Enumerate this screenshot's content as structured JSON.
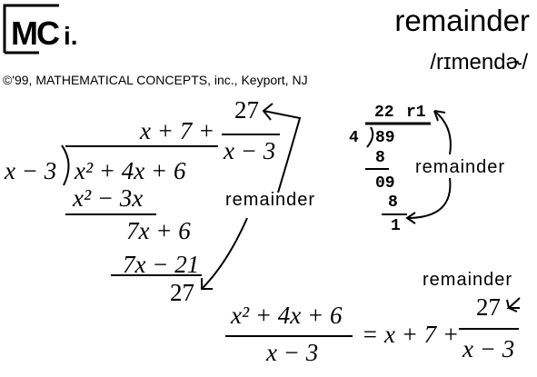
{
  "header": {
    "logo_text": "MC",
    "logo_suffix": "i.",
    "word": "remainder",
    "pronunciation": "/rɪmendɚ/",
    "copyright": "©'99, MATHEMATICAL CONCEPTS, inc., Keyport, NJ"
  },
  "polynomial_division": {
    "quotient_terms": "x + 7 +",
    "quotient_remainder": "27",
    "quotient_divisor": "x − 3",
    "divisor": "x − 3",
    "dividend": "x² + 4x + 6",
    "step1_subtract": "x² − 3x",
    "step2_result": "7x + 6",
    "step3_subtract": "7x − 21",
    "remainder": "27",
    "remainder_label": "remainder"
  },
  "numeric_division": {
    "quotient": "22",
    "remainder_tag": "r1",
    "divisor": "4",
    "dividend": "89",
    "step1_subtract": "8",
    "step2_result": "09",
    "step3_subtract": "8",
    "remainder": "1",
    "remainder_label": "remainder"
  },
  "result_equation": {
    "numerator": "x² + 4x + 6",
    "denominator": "x − 3",
    "rhs_terms": "= x + 7 +",
    "rhs_numerator": "27",
    "rhs_denominator": "x − 3",
    "remainder_label": "remainder"
  }
}
